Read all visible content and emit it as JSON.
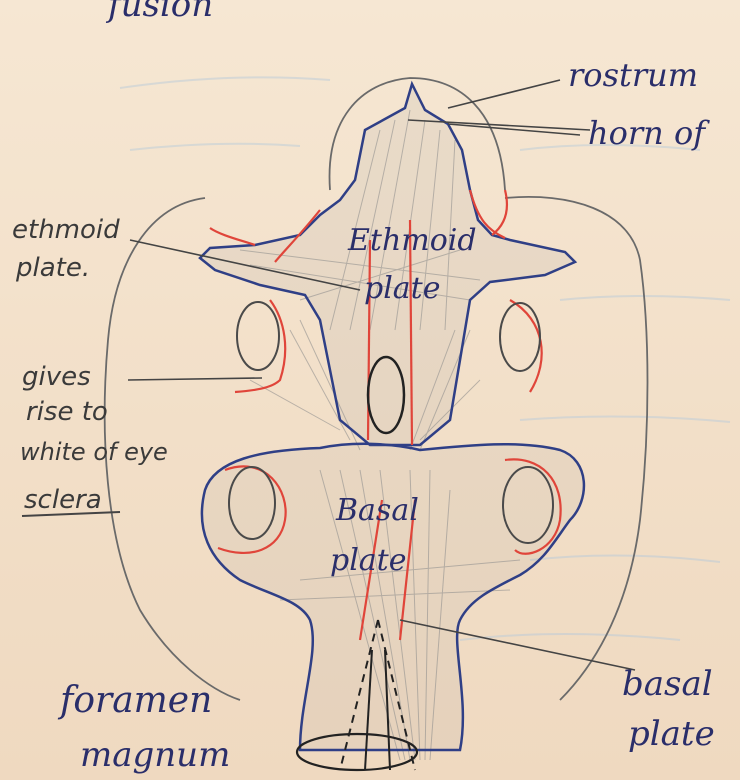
{
  "header_text": "fusion",
  "labels": {
    "rostrum": "rostrum",
    "horn": "horn of",
    "ethmoid_plate_left": [
      "ethmoid",
      "plate."
    ],
    "ethmoid_plate_center": [
      "Ethmoid",
      "plate"
    ],
    "gives_rise": [
      "gives",
      "rise to",
      "white of eye",
      "sclera"
    ],
    "basal_plate_center": [
      "Basal",
      "plate"
    ],
    "basal_plate_right": [
      "basal",
      "plate"
    ],
    "foramen_magnum": [
      "foramen",
      "magnum"
    ]
  },
  "colors": {
    "paper": "#f4e4cf",
    "pencil": "#6d6d6d",
    "blue_ink": "#2f3f86",
    "red_pencil": "#e0453a"
  }
}
